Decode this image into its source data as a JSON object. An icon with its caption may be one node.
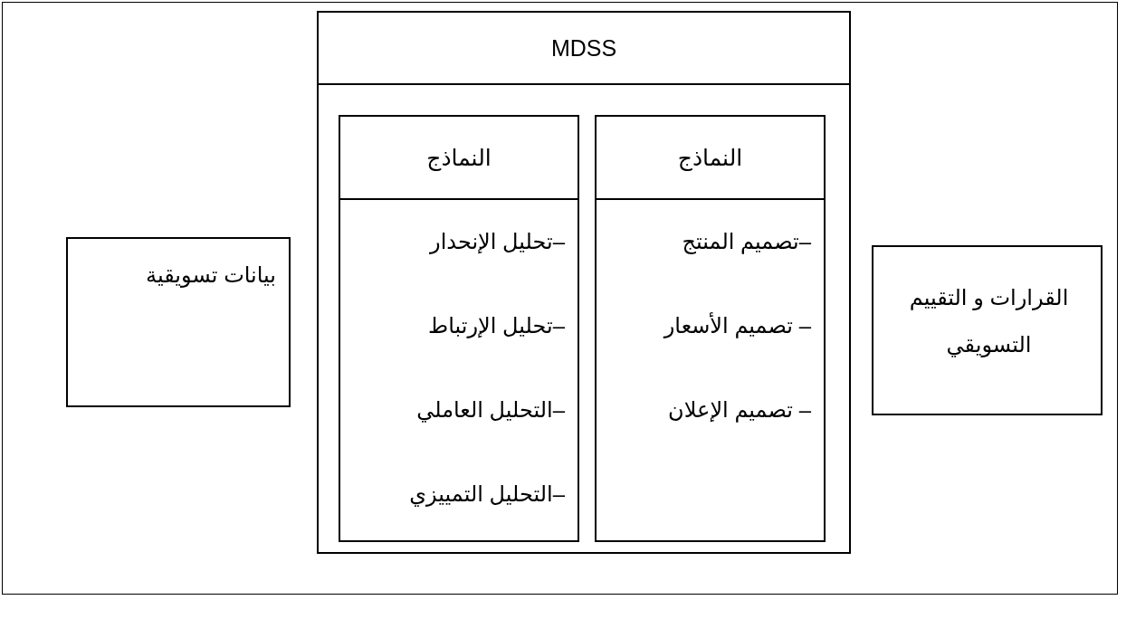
{
  "diagram": {
    "nodes": [
      {
        "text": [
          "MDSS"
        ]
      },
      {
        "text": [
          "النماذج",
          "–تصميم المنتج",
          "– تصميم الأسعار",
          "– تصميم الإعلان"
        ],
        "in": 0
      },
      {
        "text": [
          "النماذج",
          "–تحليل الإنحدار",
          "–تحليل الإرتباط",
          "–التحليل العاملي",
          "–التحليل التمييزي"
        ],
        "in": 0
      },
      {
        "text": [
          "القرارات و التقييم التسويقي"
        ]
      },
      {
        "text": [
          "بيانات تسويقية"
        ]
      }
    ],
    "edges": []
  }
}
